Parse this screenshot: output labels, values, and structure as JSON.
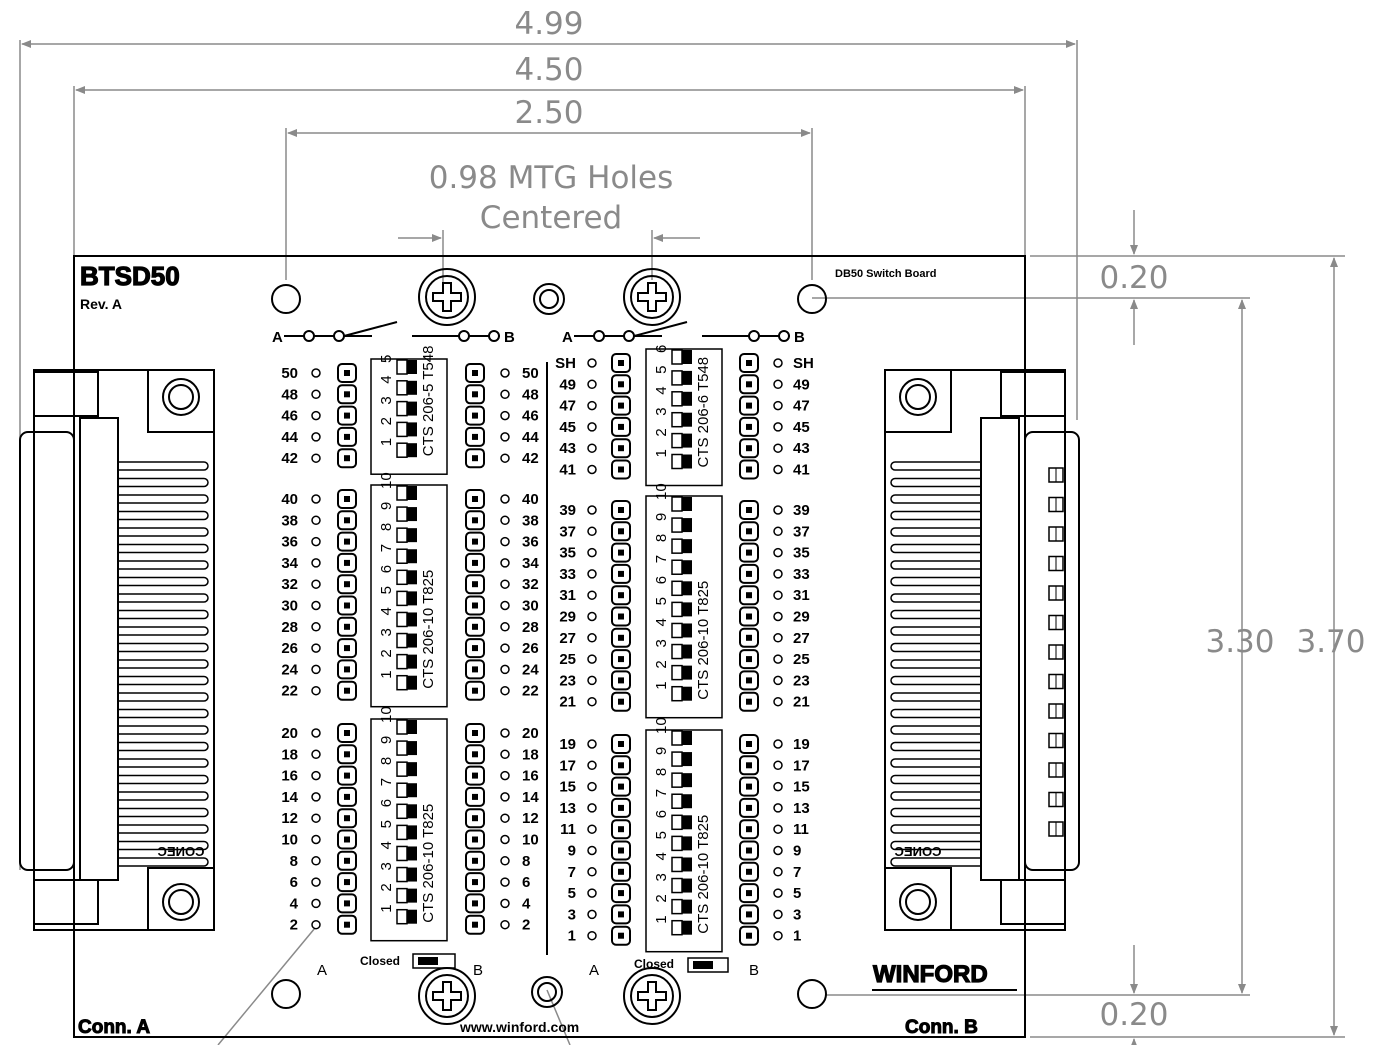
{
  "dimensions": {
    "overall_width": "4.99",
    "board_width": "4.50",
    "hole_spacing": "2.50",
    "mtg_holes_line1": "0.98 MTG Holes",
    "mtg_holes_line2": "Centered",
    "top_offset": "0.20",
    "bottom_offset": "0.20",
    "hole_height": "3.30",
    "board_height": "3.70"
  },
  "board": {
    "model": "BTSD50",
    "revision": "Rev. A",
    "title": "DB50 Switch Board",
    "conn_a": "Conn. A",
    "conn_b": "Conn. B",
    "website": "www.winford.com",
    "brand": "WINFORD",
    "connector_brand": "CONEC",
    "closed_label": "Closed",
    "side_a": "A",
    "side_b": "B"
  },
  "left_group": {
    "blocks": [
      {
        "pins": [
          "50",
          "48",
          "46",
          "44",
          "42"
        ],
        "switch_label": "CTS 206-5 T548",
        "switch_count": 5
      },
      {
        "pins": [
          "40",
          "38",
          "36",
          "34",
          "32",
          "30",
          "28",
          "26",
          "24",
          "22"
        ],
        "switch_label": "CTS 206-10  T825",
        "switch_count": 10
      },
      {
        "pins": [
          "20",
          "18",
          "16",
          "14",
          "12",
          "10",
          "8",
          "6",
          "4",
          "2"
        ],
        "switch_label": "CTS 206-10  T825",
        "switch_count": 10
      }
    ]
  },
  "right_group": {
    "blocks": [
      {
        "pins": [
          "SH",
          "49",
          "47",
          "45",
          "43",
          "41"
        ],
        "switch_label": "CTS 206-6 T548",
        "switch_count": 6
      },
      {
        "pins": [
          "39",
          "37",
          "35",
          "33",
          "31",
          "29",
          "27",
          "25",
          "23",
          "21"
        ],
        "switch_label": "CTS 206-10  T825",
        "switch_count": 10
      },
      {
        "pins": [
          "19",
          "17",
          "15",
          "13",
          "11",
          "9",
          "7",
          "5",
          "3",
          "1"
        ],
        "switch_label": "CTS 206-10  T825",
        "switch_count": 10
      }
    ]
  },
  "colors": {
    "board_outline": "#000000",
    "dimension_lines": "#8a8a8a"
  }
}
